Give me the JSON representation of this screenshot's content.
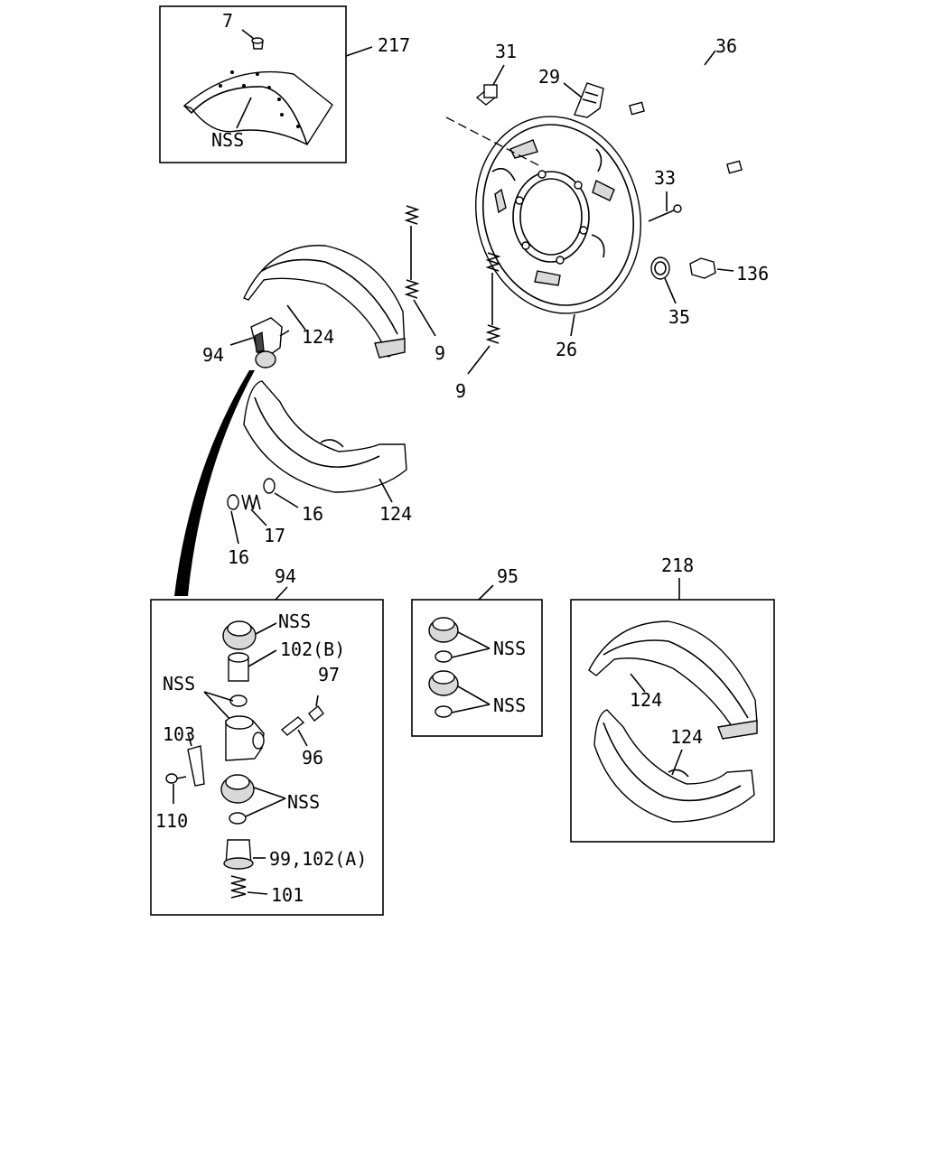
{
  "callouts": {
    "c7": "7",
    "c217": "217",
    "nss_217": "NSS",
    "c31": "31",
    "c29": "29",
    "c36": "36",
    "c33": "33",
    "c136": "136",
    "c35": "35",
    "c26": "26",
    "c9_upper": "9",
    "c9_lower": "9",
    "c124_upper": "124",
    "c94": "94",
    "c124_lower": "124",
    "c16_right": "16",
    "c17": "17",
    "c16_left": "16",
    "c94_box": "94",
    "nss_94_cup": "NSS",
    "c102b": "102(B)",
    "c97": "97",
    "nss_94_left": "NSS",
    "c103": "103",
    "c96": "96",
    "c110": "110",
    "nss_94_lower": "NSS",
    "c99_102a": "99,102(A)",
    "c101": "101",
    "c95": "95",
    "nss_95_upper": "NSS",
    "nss_95_lower": "NSS",
    "c218": "218",
    "c124_kit_upper": "124",
    "c124_kit_lower": "124"
  }
}
